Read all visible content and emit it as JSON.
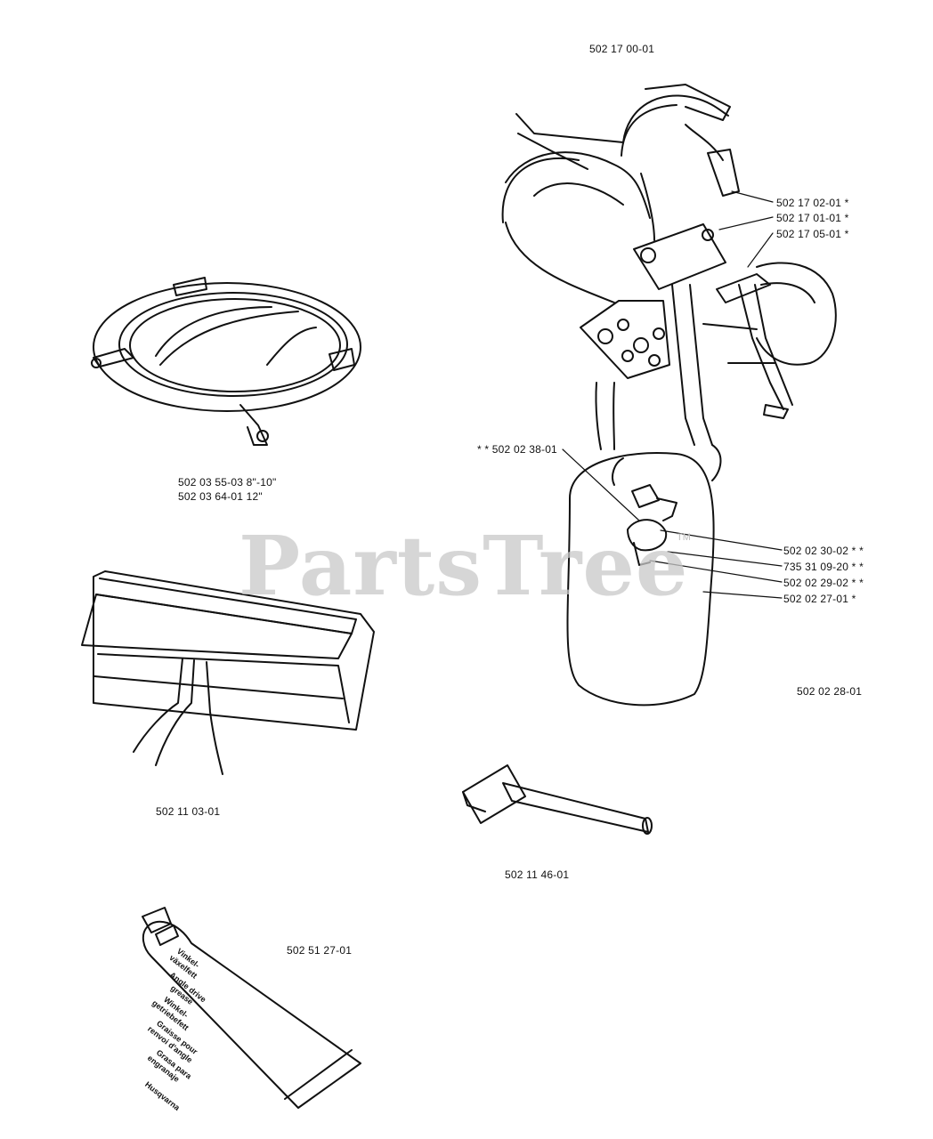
{
  "watermark": {
    "text": "PartsTree",
    "tm": "TM"
  },
  "labels": {
    "harness_assembly": "502 17 00-01",
    "hook": "502 17 02-01  *",
    "strap_plate": "502 17 01-01  *",
    "hip_pad": "502 17 05-01  *",
    "clip": "* *  502 02 38-01",
    "buckle": "502 02 30-02  * *",
    "screw": "735 31 09-20  * *",
    "bracket": "502 02 29-02  * *",
    "shield": "502 02 27-01  *",
    "shield_assembly": "502 02 28-01",
    "blade_guard_a": "502 03 55-03 8\"-10\"",
    "blade_guard_b": "502 03 64-01 12\"",
    "tool_bag": "502 11 03-01",
    "wrench": "502 11 46-01",
    "grease": "502 51 27-01"
  },
  "grease_tube_text": [
    "Vinkel-",
    "växelfett",
    "Angle drive",
    "grease",
    "Winkel-",
    "getriebefett",
    "Graisse pour",
    "renvoi d'angle",
    "Grasa para",
    "engranaje",
    "Husqvarna"
  ]
}
